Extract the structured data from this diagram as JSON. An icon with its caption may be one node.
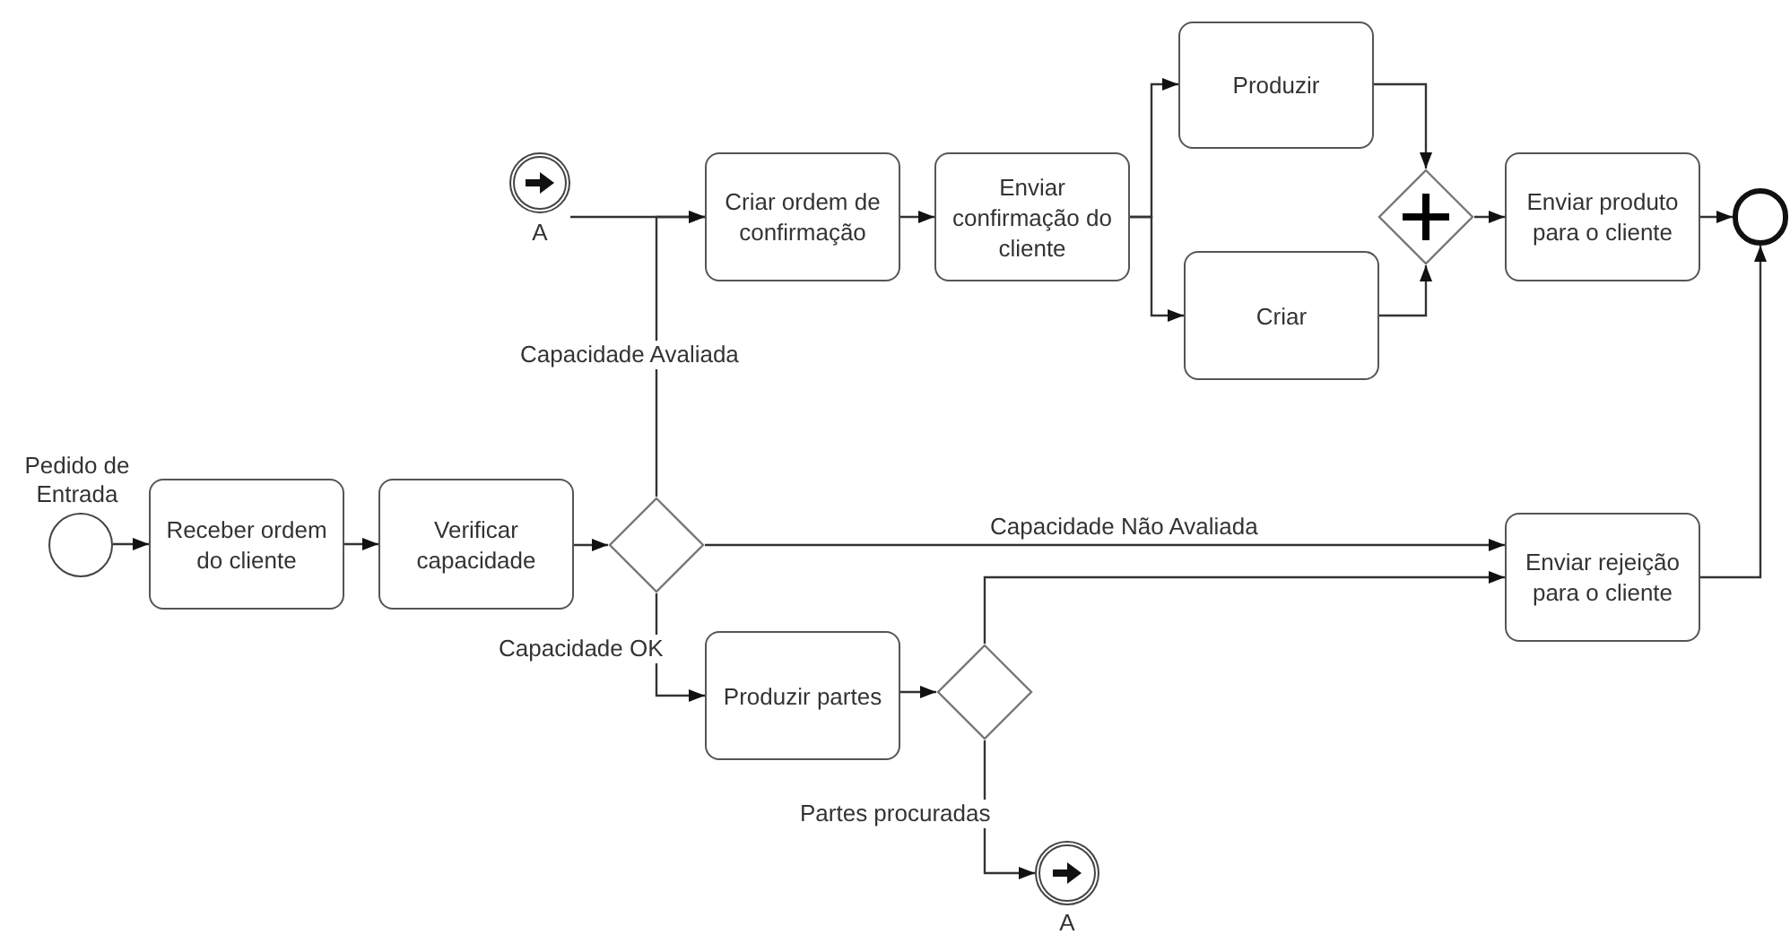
{
  "diagram": {
    "nodes": [
      {
        "text": [],
        "shape": "circle",
        "beside": [
          "Pedido de Entrada"
        ]
      },
      {
        "text": [
          "Receber ordem do cliente"
        ]
      },
      {
        "text": [
          "Verificar capacidade"
        ]
      },
      {
        "text": [],
        "shape": "diamond"
      },
      {
        "text": [],
        "shape": "circle",
        "beside": [
          "A"
        ]
      },
      {
        "text": [
          "Criar ordem de confirmação"
        ]
      },
      {
        "text": [
          "Enviar confirmação do cliente"
        ]
      },
      {
        "text": [
          "Produzir"
        ]
      },
      {
        "text": [
          "Criar"
        ]
      },
      {
        "text": [],
        "shape": "diamond"
      },
      {
        "text": [
          "Enviar produto para o cliente"
        ]
      },
      {
        "text": [],
        "shape": "circle"
      },
      {
        "text": [
          "Enviar rejeição para o cliente"
        ]
      },
      {
        "text": [
          "Produzir partes"
        ]
      },
      {
        "text": [],
        "shape": "diamond"
      },
      {
        "text": [],
        "shape": "circle",
        "beside": [
          "A"
        ]
      }
    ],
    "edges": [
      {
        "from": 0,
        "to": 1,
        "arrow": "to"
      },
      {
        "from": 1,
        "to": 2,
        "arrow": "to"
      },
      {
        "from": 2,
        "to": 3,
        "arrow": "to"
      },
      {
        "from": 3,
        "to": 5,
        "arrow": "to",
        "label": "Capacidade Avaliada"
      },
      {
        "from": 4,
        "to": 5,
        "arrow": "to"
      },
      {
        "from": 3,
        "to": 12,
        "arrow": "to",
        "label": "Capacidade Não Avaliada"
      },
      {
        "from": 3,
        "to": 13,
        "arrow": "to",
        "label": "Capacidade OK"
      },
      {
        "from": 5,
        "to": 6,
        "arrow": "to"
      },
      {
        "from": 6,
        "to": 7,
        "arrow": "to"
      },
      {
        "from": 6,
        "to": 8,
        "arrow": "to"
      },
      {
        "from": 7,
        "to": 9,
        "arrow": "to"
      },
      {
        "from": 8,
        "to": 9,
        "arrow": "to"
      },
      {
        "from": 9,
        "to": 10,
        "arrow": "to"
      },
      {
        "from": 10,
        "to": 11,
        "arrow": "to"
      },
      {
        "from": 12,
        "to": 11,
        "arrow": "to"
      },
      {
        "from": 13,
        "to": 14,
        "arrow": "to"
      },
      {
        "from": 14,
        "to": 12,
        "arrow": "to"
      },
      {
        "from": 14,
        "to": 15,
        "arrow": "to",
        "label": "Partes procuradas"
      }
    ]
  }
}
